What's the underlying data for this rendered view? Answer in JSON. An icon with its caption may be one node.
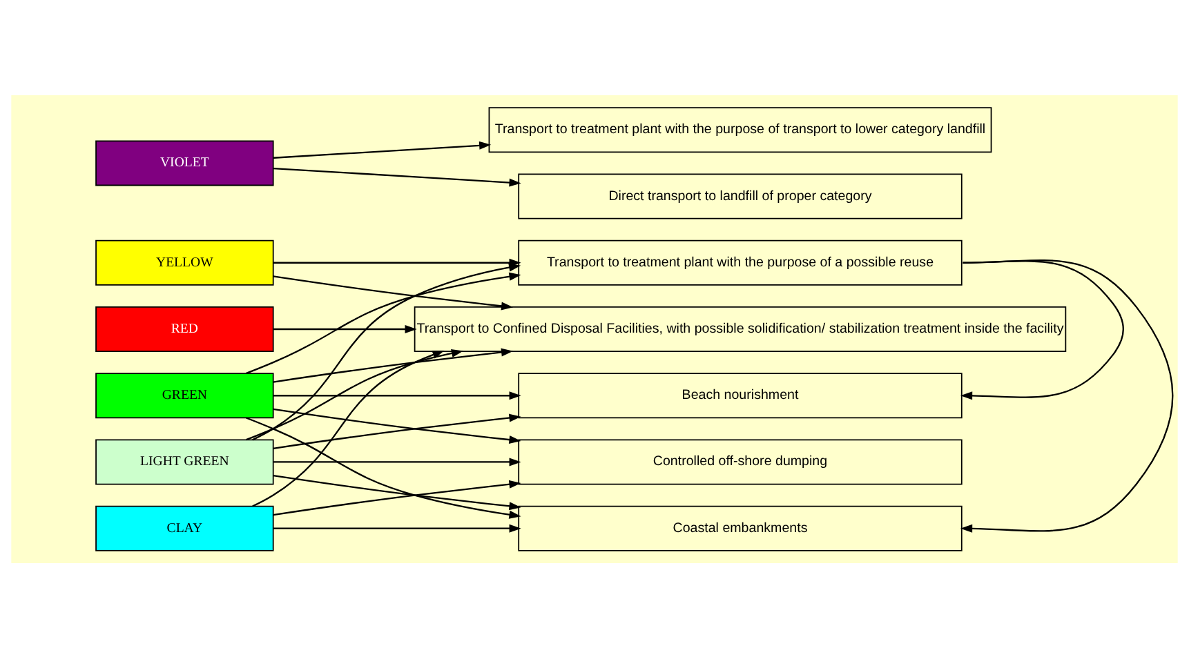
{
  "diagram": {
    "nodes": [
      {
        "text": [
          "VIOLET"
        ]
      },
      {
        "text": [
          "RED"
        ]
      },
      {
        "text": [
          "YELLOW"
        ]
      },
      {
        "text": [
          "GREEN"
        ]
      },
      {
        "text": [
          "LIGHT GREEN"
        ]
      },
      {
        "text": [
          "CLAY"
        ]
      },
      {
        "text": [
          "Direct transport to landfill of proper category"
        ]
      },
      {
        "text": [
          "Transport to treatment plant with the purpose of transport to lower category landfill"
        ]
      },
      {
        "text": [
          "Transport to Confined Disposal Facilities, with possible solidification/ stabilization treatment inside the facility"
        ]
      },
      {
        "text": [
          "Transport to treatment plant with the purpose of a possible reuse"
        ]
      },
      {
        "text": [
          "Beach nourishment"
        ]
      },
      {
        "text": [
          "Coastal embankments"
        ]
      },
      {
        "text": [
          "Controlled off-shore dumping"
        ]
      }
    ],
    "edges": [
      {
        "from": 0,
        "to": 6,
        "arrow": "to"
      },
      {
        "from": 0,
        "to": 7,
        "arrow": "to"
      },
      {
        "from": 1,
        "to": 8,
        "arrow": "to"
      },
      {
        "from": 2,
        "to": 8,
        "arrow": "to"
      },
      {
        "from": 2,
        "to": 9,
        "arrow": "to"
      },
      {
        "from": 3,
        "to": 8,
        "arrow": "to"
      },
      {
        "from": 3,
        "to": 9,
        "arrow": "to"
      },
      {
        "from": 3,
        "to": 10,
        "arrow": "to"
      },
      {
        "from": 3,
        "to": 11,
        "arrow": "to"
      },
      {
        "from": 3,
        "to": 12,
        "arrow": "to"
      },
      {
        "from": 4,
        "to": 8,
        "arrow": "to"
      },
      {
        "from": 4,
        "to": 9,
        "arrow": "to"
      },
      {
        "from": 4,
        "to": 10,
        "arrow": "to"
      },
      {
        "from": 4,
        "to": 11,
        "arrow": "to"
      },
      {
        "from": 4,
        "to": 12,
        "arrow": "to"
      },
      {
        "from": 5,
        "to": 8,
        "arrow": "to"
      },
      {
        "from": 5,
        "to": 11,
        "arrow": "to"
      },
      {
        "from": 5,
        "to": 12,
        "arrow": "to"
      },
      {
        "from": 9,
        "to": 10,
        "arrow": "to"
      },
      {
        "from": 9,
        "to": 11,
        "arrow": "to"
      }
    ]
  }
}
